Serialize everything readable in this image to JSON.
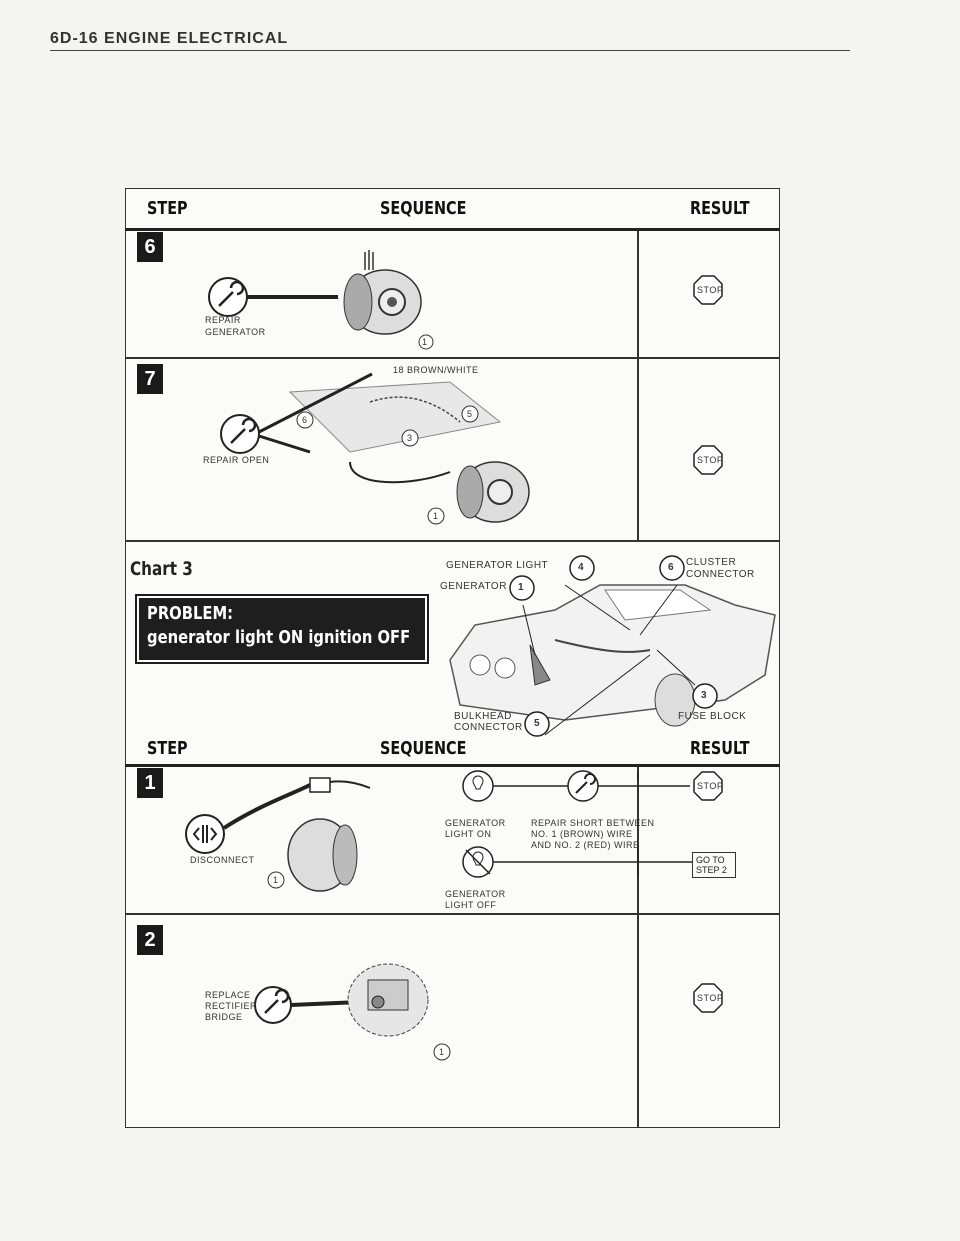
{
  "header": {
    "title": "6D-16 ENGINE ELECTRICAL"
  },
  "top_table": {
    "col_step": "STEP",
    "col_sequence": "SEQUENCE",
    "col_result": "RESULT",
    "rows": [
      {
        "step": "6",
        "label_line1": "REPAIR",
        "label_line2": "GENERATOR",
        "callout": "1",
        "result": "STOP"
      },
      {
        "step": "7",
        "label": "REPAIR OPEN",
        "wire": "18 BROWN/WHITE",
        "callouts": [
          "6",
          "3",
          "5",
          "1"
        ],
        "result": "STOP"
      }
    ]
  },
  "chart": {
    "title": "Chart 3",
    "problem_line1": "PROBLEM:",
    "problem_line2": "generator light ON ignition OFF",
    "diagram_labels": {
      "generator_light": "GENERATOR LIGHT",
      "generator_light_num": "4",
      "generator": "GENERATOR",
      "generator_num": "1",
      "cluster_line1": "CLUSTER",
      "cluster_line2": "CONNECTOR",
      "cluster_num": "6",
      "bulkhead_line1": "BULKHEAD",
      "bulkhead_line2": "CONNECTOR",
      "bulkhead_num": "5",
      "fuse_block": "FUSE BLOCK",
      "fuse_num": "3"
    }
  },
  "bottom_table": {
    "col_step": "STEP",
    "col_sequence": "SEQUENCE",
    "col_result": "RESULT",
    "step1": {
      "num": "1",
      "disconnect": "DISCONNECT",
      "callout": "1",
      "light_on_l1": "GENERATOR",
      "light_on_l2": "LIGHT ON",
      "repair_l1": "REPAIR SHORT BETWEEN",
      "repair_l2": "NO. 1 (BROWN) WIRE",
      "repair_l3": "AND NO. 2 (RED) WIRE",
      "light_off_l1": "GENERATOR",
      "light_off_l2": "LIGHT OFF",
      "result_stop": "STOP",
      "goto_l1": "GO TO",
      "goto_l2": "STEP 2"
    },
    "step2": {
      "num": "2",
      "label_l1": "REPLACE",
      "label_l2": "RECTIFIER",
      "label_l3": "BRIDGE",
      "callout": "1",
      "result": "STOP"
    }
  }
}
